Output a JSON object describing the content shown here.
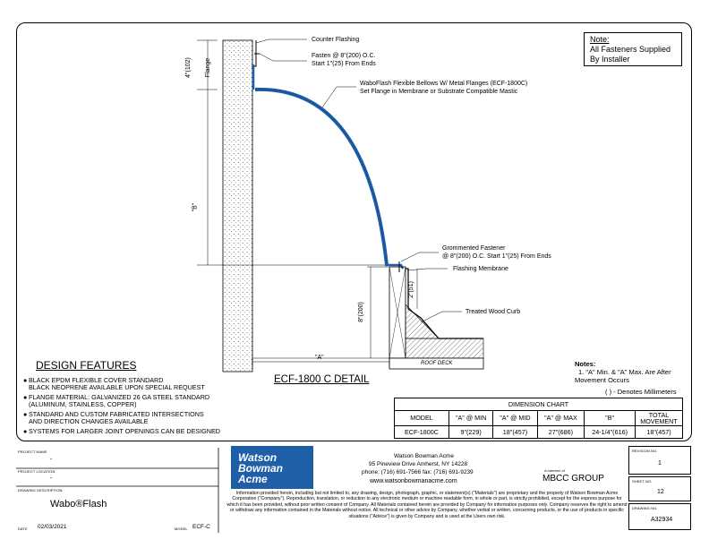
{
  "note_box": {
    "title": "Note:",
    "line1": "All Fasteners Supplied",
    "line2": "By Installer"
  },
  "callouts": {
    "counter_flashing": "Counter Flashing",
    "fasten_line1": "Fasten @ 8\"(200) O.C.",
    "fasten_line2": "Start 1\"(25) From Ends",
    "waboflash_line1": "WaboFlash Flexible Bellows W/ Metal Flanges (ECF-1800C)",
    "waboflash_line2": "Set Flange in Membrane or Substrate Compatible Mastic",
    "grommented_line1": "Grommented Fastener",
    "grommented_line2": "@ 8\"(200) O.C. Start 1\"(25) From Ends",
    "flashing_membrane": "Flashing Membrane",
    "treated_wood_curb": "Treated Wood Curb",
    "roof_deck": "ROOF DECK"
  },
  "dimensions": {
    "flange_dim": "4\"(102)",
    "flange_label": "Flange",
    "b_label": "\"B\"",
    "curb_height": "8\"(200)",
    "two_inch": "2\"(51)",
    "a_label": "\"A\""
  },
  "design_features": {
    "title": "DESIGN FEATURES",
    "items": [
      [
        "BLACK EPDM FLEXIBLE COVER STANDARD",
        "BLACK NEOPRENE AVAILABLE UPON SPECIAL REQUEST"
      ],
      [
        "FLANGE MATERIAL: GALVANIZED 26  GA STEEL STANDARD",
        "(ALUMINUM, STAINLESS, COPPER)"
      ],
      [
        "STANDARD AND CUSTOM FABRICATED INTERSECTIONS",
        "AND DIRECTION CHANGES AVAILABLE"
      ],
      [
        "SYSTEMS FOR LARGER JOINT OPENINGS CAN BE DESIGNED"
      ]
    ]
  },
  "detail_title": "ECF-1800 C DETAIL",
  "notes": {
    "title": "Notes:",
    "line1": "1. \"A\" Min. & \"A\" Max. Are After",
    "line2": "Movement Occurs",
    "mm_note": "( ) - Denotes Millimeters"
  },
  "dimension_chart": {
    "title": "DIMENSION CHART",
    "headers": [
      "MODEL",
      "\"A\" @ MIN",
      "\"A\" @ MID",
      "\"A\" @ MAX",
      "\"B\"",
      "TOTAL MOVEMENT"
    ],
    "rows": [
      [
        "ECF-1800C",
        "9\"(229)",
        "18\"(457)",
        "27\"(686)",
        "24-1/4\"(616)",
        "18\"(457)"
      ]
    ]
  },
  "title_block": {
    "project_name_label": "PROJECT NAME",
    "project_name": "-",
    "project_location_label": "PROJECT LOCATION",
    "project_location": "-",
    "drawing_desc_label": "DRAWING DESCRIPTION",
    "drawing_desc": "Wabo®Flash",
    "date_label": "DATE",
    "date": "02/03/2021",
    "model_label": "MODEL",
    "model": "ECF-C",
    "revision_label": "REVISION NO.",
    "revision": "1",
    "sheet_label": "SHEET NO.",
    "sheet": "12",
    "drawing_no_label": "DRAWING NO.",
    "drawing_no": "A32934"
  },
  "company": {
    "logo_line1": "Watson",
    "logo_line2": "Bowman",
    "logo_line3": "Acme",
    "name": "Watson Bowman Acme",
    "address": "95 Pineview Drive Amherst, NY 14228",
    "phone": "phone: (716) 691-7566  fax: (716) 691-9239",
    "website": "www.watsonbowmanacme.com",
    "group_small": "A member of",
    "group_name": "MBCC GROUP",
    "disclaimer": "Information provided herein, including but not limited to, any drawing, design, photograph, graphic, or statement(s) (\"Materials\") are proprietary and the property of Watson Bowman Acme Corporation (\"Company\"). Reproduction, translation, or reduction to any electronic medium or machine readable form, in whole or part, is strictly prohibited, except for the express purpose for which it has been provided, without prior written consent of Company. All Materials contained herein are provided by Company for information purposes only. Company reserves the right to amend or withdraw any information contained in the Materials without notice. All technical or other advice by Company, whether verbal or written, concerning products, or the use of products in specific situations (\"Advice\") is given by Company and is used at the Users own risk."
  },
  "colors": {
    "bellows": "#1f5fa8",
    "logo_bg": "#1f5fa8",
    "line": "#000000"
  }
}
